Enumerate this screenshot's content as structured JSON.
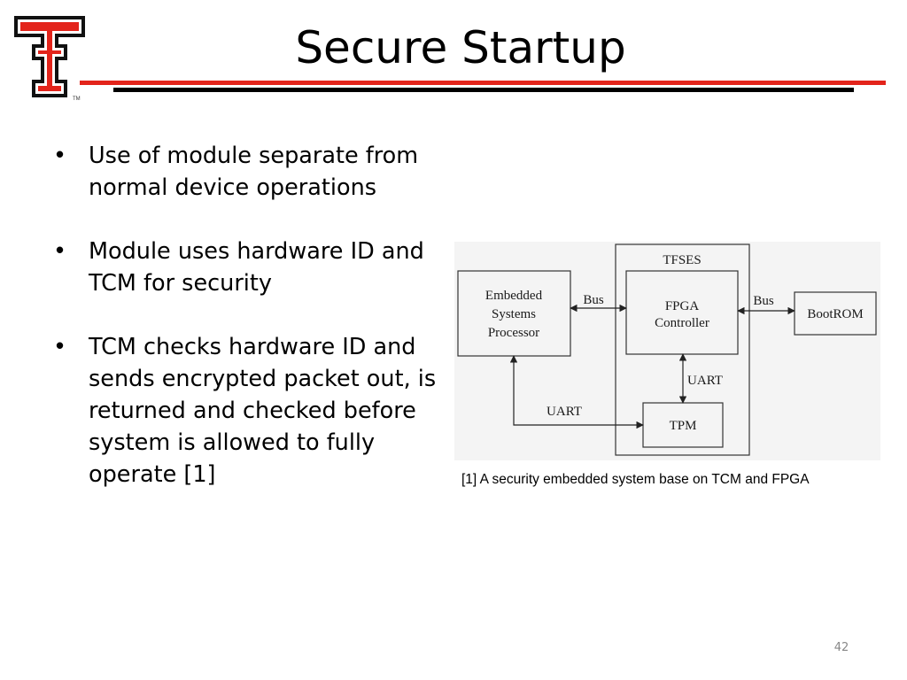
{
  "colors": {
    "brand_red": "#e3241b",
    "rule_black": "#000000",
    "diagram_bg": "#f4f4f4"
  },
  "logo": {
    "name": "texas-tech-double-t-logo",
    "trademark": "TM"
  },
  "slide": {
    "title": "Secure Startup",
    "page_number": "42"
  },
  "bullets": [
    "Use of module separate from normal device operations",
    "Module uses hardware ID and TCM for security",
    "TCM checks hardware ID and sends encrypted packet out, is returned and checked before system is allowed to fully operate [1]"
  ],
  "diagram": {
    "container_label": "TFSES",
    "processor": [
      "Embedded",
      "Systems",
      "Processor"
    ],
    "fpga": [
      "FPGA",
      "Controller"
    ],
    "bootrom": "BootROM",
    "tpm": "TPM",
    "bus_left": "Bus",
    "bus_right": "Bus",
    "uart_fpga_tpm": "UART",
    "uart_processor_tpm": "UART"
  },
  "caption": "[1] A security embedded system base on TCM and FPGA"
}
